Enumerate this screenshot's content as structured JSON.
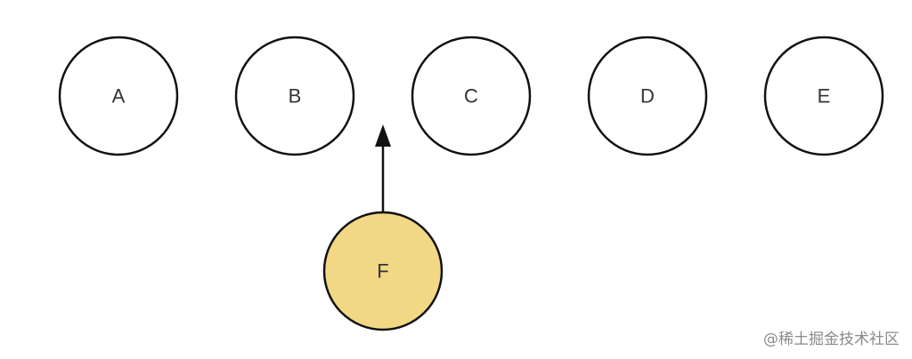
{
  "diagram": {
    "nodes": [
      {
        "label": "A"
      },
      {
        "label": "B"
      },
      {
        "label": "C"
      },
      {
        "label": "D"
      },
      {
        "label": "E"
      },
      {
        "label": "F"
      }
    ],
    "highlight_color": "#f2d785",
    "node_fill": "#ffffff",
    "stroke_color": "#111111"
  },
  "watermark": "@稀土掘金技术社区"
}
